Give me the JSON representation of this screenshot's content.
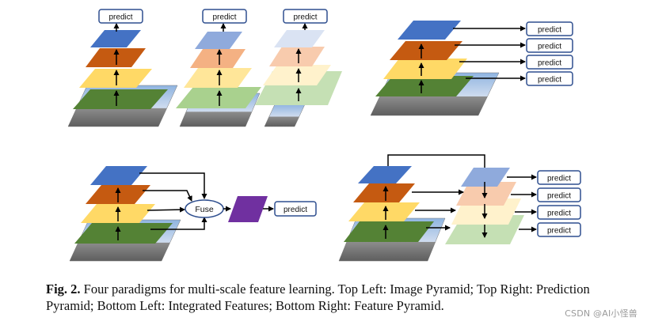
{
  "labels": {
    "predict": "predict",
    "fuse": "Fuse"
  },
  "caption": {
    "fig_label": "Fig. 2.",
    "text": "Four paradigms for multi-scale feature learning. Top Left: Image Pyramid; Top Right: Prediction Pyramid; Bottom Left: Integrated Features; Bottom Right: Feature Pyramid."
  },
  "watermark": "CSDN @AI小怪兽",
  "panels": [
    {
      "name": "Image Pyramid",
      "position": "top-left"
    },
    {
      "name": "Prediction Pyramid",
      "position": "top-right"
    },
    {
      "name": "Integrated Features",
      "position": "bottom-left"
    },
    {
      "name": "Feature Pyramid",
      "position": "bottom-right"
    }
  ],
  "colors": {
    "blue": "#4472c4",
    "orange": "#c55a11",
    "yellow": "#ffd966",
    "green": "#548235",
    "purple": "#7030a0",
    "box_stroke": "#2f4f8f"
  }
}
